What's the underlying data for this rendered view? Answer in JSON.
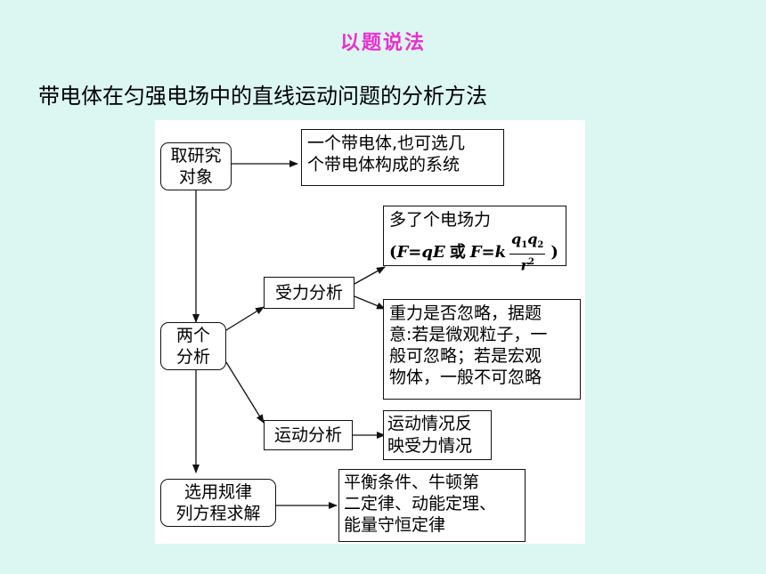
{
  "heading": "以题说法",
  "subheading": "带电体在匀强电场中的直线运动问题的分析方法",
  "diagram": {
    "research_object": {
      "line1": "取研究",
      "line2": "对象"
    },
    "object_desc": {
      "line1": "一个带电体,也可选几",
      "line2": "个带电体构成的系统"
    },
    "two_analyses": {
      "line1": "两个",
      "line2": "分析"
    },
    "force_analysis": "受力分析",
    "motion_analysis": "运动分析",
    "extra_force": {
      "line1": "多了个电场力",
      "formula": {
        "open": "(",
        "f1": "F=qE",
        "or": "或",
        "f2": "F=k",
        "num_q": "q",
        "num_sub1": "1",
        "num_q2": "q",
        "num_sub2": "2",
        "den_r": "r",
        "den_sup": "2",
        "close": ")"
      }
    },
    "gravity": {
      "line1": "重力是否忽略，据题",
      "line2": "意:若是微观粒子，一",
      "line3": "般可忽略；若是宏观",
      "line4": "物体，一般不可忽略"
    },
    "motion_reflect": {
      "line1": "运动情况反",
      "line2": "映受力情况"
    },
    "select_laws": {
      "line1": "选用规律",
      "line2": "列方程求解"
    },
    "laws": {
      "line1": "平衡条件、牛顿第",
      "line2": "二定律、动能定理、",
      "line3": "能量守恒定律"
    }
  }
}
